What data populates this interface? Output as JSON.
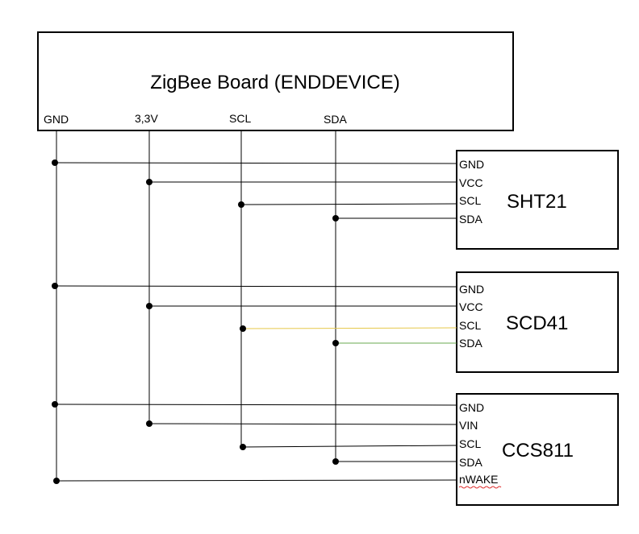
{
  "board": {
    "title": "ZigBee Board (ENDDEVICE)",
    "pins": [
      "GND",
      "3,3V",
      "SCL",
      "SDA"
    ]
  },
  "modules": [
    {
      "name": "SHT21",
      "pins": [
        "GND",
        "VCC",
        "SCL",
        "SDA"
      ]
    },
    {
      "name": "SCD41",
      "pins": [
        "GND",
        "VCC",
        "SCL",
        "SDA"
      ]
    },
    {
      "name": "CCS811",
      "pins": [
        "GND",
        "VIN",
        "SCL",
        "SDA",
        "nWAKE"
      ]
    }
  ],
  "colors": {
    "wire": "#000000",
    "scd41_scl": "#e6c84a",
    "scd41_sda": "#6aa84f",
    "spellcheck": "#e03030"
  }
}
